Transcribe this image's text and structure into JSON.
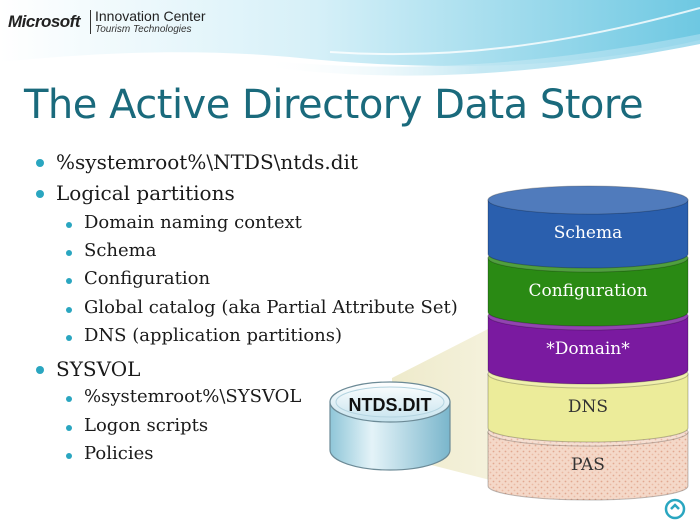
{
  "header": {
    "logo": "Microsoft",
    "center_title": "Innovation Center",
    "center_subtitle": "Tourism Technologies"
  },
  "slide": {
    "title": "The Active Directory Data Store",
    "bullets": [
      {
        "level": 1,
        "text": "%systemroot%\\NTDS\\ntds.dit"
      },
      {
        "level": 1,
        "text": "Logical partitions"
      },
      {
        "level": 2,
        "text": "Domain naming context"
      },
      {
        "level": 2,
        "text": "Schema"
      },
      {
        "level": 2,
        "text": "Configuration"
      },
      {
        "level": 2,
        "text": "Global catalog (aka Partial Attribute Set)"
      },
      {
        "level": 2,
        "text": "DNS (application partitions)"
      },
      {
        "level": 1,
        "text": "SYSVOL"
      },
      {
        "level": 2,
        "text": "%systemroot%\\SYSVOL"
      },
      {
        "level": 2,
        "text": "Logon scripts"
      },
      {
        "level": 2,
        "text": "Policies"
      }
    ]
  },
  "diagram": {
    "database_label": "NTDS.DIT",
    "partitions": [
      {
        "label": "Schema",
        "color": "#2a5fae"
      },
      {
        "label": "Configuration",
        "color": "#2a8a14"
      },
      {
        "label": "*Domain*",
        "color": "#7a1aa0"
      },
      {
        "label": "DNS",
        "color": "#ecec9a"
      },
      {
        "label": "PAS",
        "color": "#f2d2c0"
      }
    ]
  },
  "colors": {
    "title": "#1a6a7c",
    "bullet": "#2aa6c0"
  }
}
